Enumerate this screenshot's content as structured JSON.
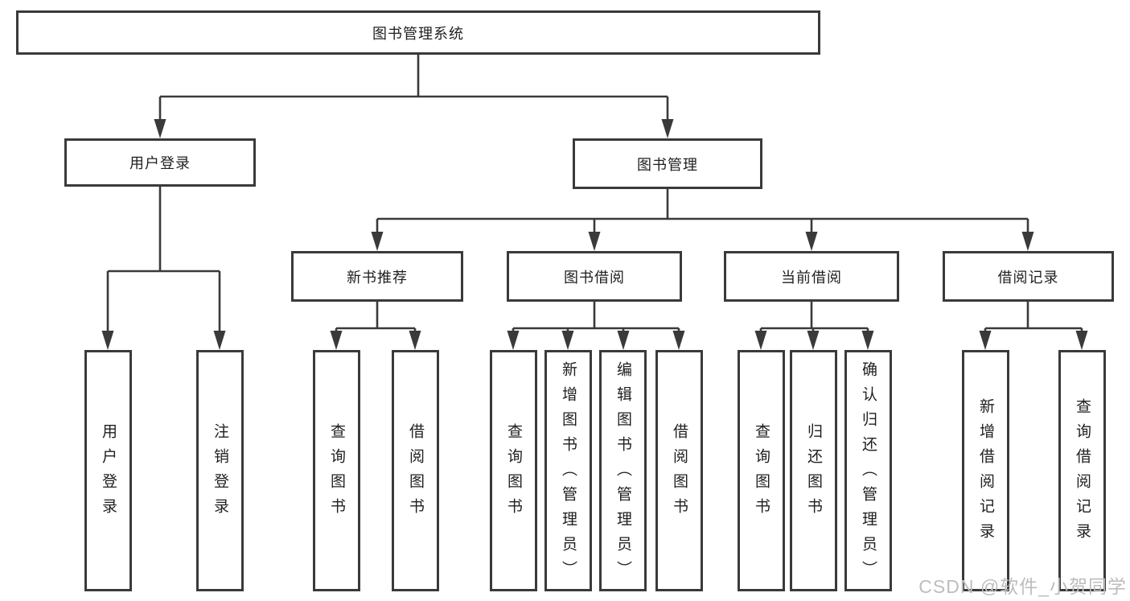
{
  "diagram": {
    "title": "图书管理系统",
    "watermark": "CSDN @软件_小贺同学",
    "colors": {
      "line": "#3a3a3a",
      "box_border": "#3a3a3a",
      "text": "#1f1f1f",
      "watermark": "#bdbdbd",
      "background": "#ffffff"
    },
    "nodes": {
      "root": "图书管理系统",
      "user_login": "用户登录",
      "book_mgmt": "图书管理",
      "new_book_rec": "新书推荐",
      "book_borrow": "图书借阅",
      "current_borrow": "当前借阅",
      "borrow_records": "借阅记录",
      "leaf_user_login": "用户登录",
      "leaf_logout": "注销登录",
      "rec_query_book": "查询图书",
      "rec_borrow_book": "借阅图书",
      "bb_query_book": "查询图书",
      "bb_add_book": "新增图书（管理员）",
      "bb_edit_book": "编辑图书（管理员）",
      "bb_borrow_book": "借阅图书",
      "cb_query_book": "查询图书",
      "cb_return_book": "归还图书",
      "cb_confirm_return": "确认归还（管理员）",
      "br_add_record": "新增借阅记录",
      "br_query_record": "查询借阅记录"
    }
  }
}
